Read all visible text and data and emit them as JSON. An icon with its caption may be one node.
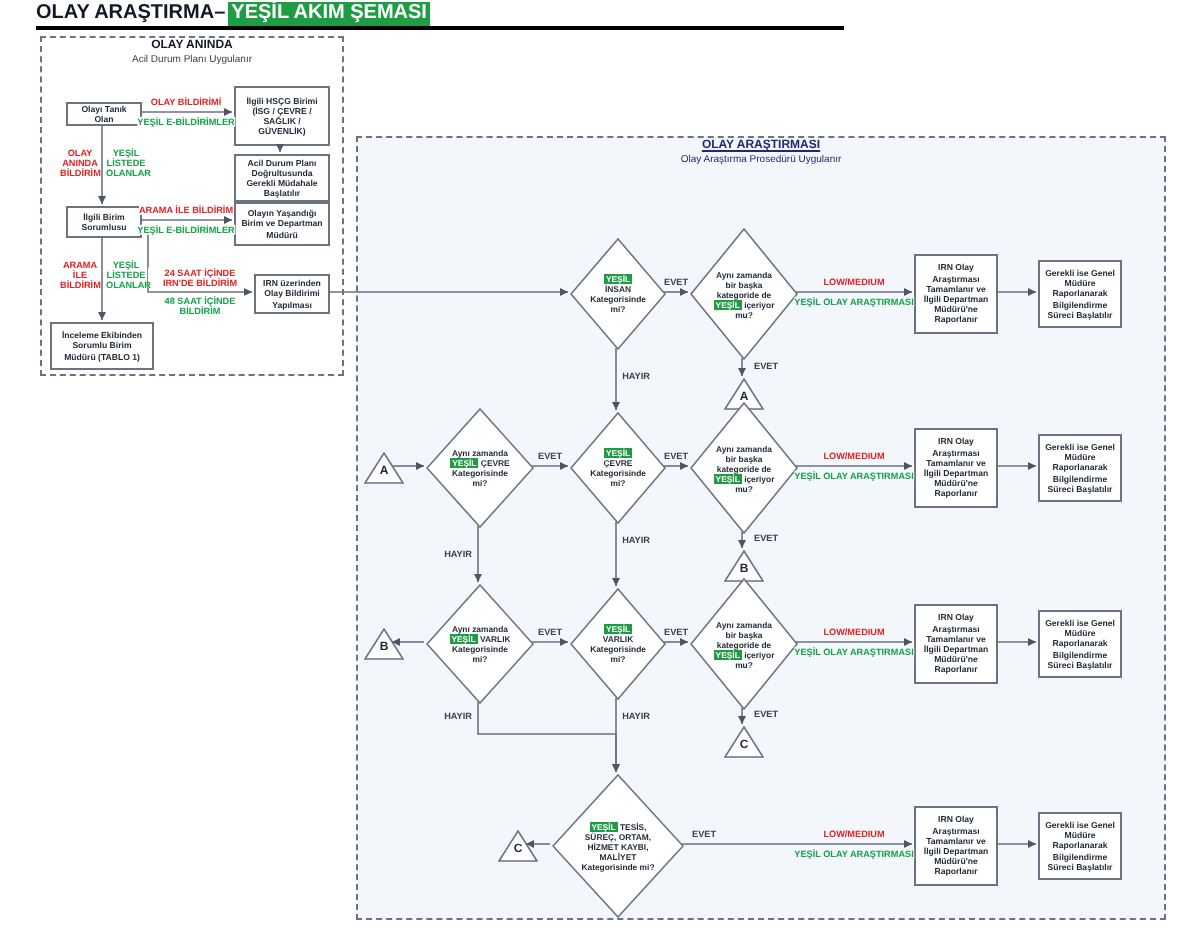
{
  "diagram": {
    "title": "OLAY ARAŞTIRMA–",
    "nodes": [
      {
        "text": [
          "OLAY ANINDA",
          "Acil Durum Planı Uygulanır"
        ]
      },
      {
        "text": [
          "Olayı Tanık Olan"
        ],
        "in": 0
      },
      {
        "text": [
          "İlgili HSÇG Birimi (İSG / ÇEVRE / SAĞLIK / GÜVENLİK)"
        ],
        "in": 0
      },
      {
        "text": [
          "Acil Durum Planı Doğrultusunda Gerekli Müdahale Başlatılır"
        ],
        "in": 0
      },
      {
        "text": [
          "İlgili Birim Sorumlusu"
        ],
        "in": 0
      },
      {
        "text": [
          "Olayın Yaşandığı Birim ve Departman Müdürü"
        ],
        "in": 0
      },
      {
        "text": [
          "IRN üzerinden Olay Bildirimi Yapılması"
        ],
        "in": 0
      },
      {
        "text": [
          "İnceleme Ekibinden Sorumlu Birim Müdürü (TABLO 1)"
        ],
        "in": 0
      },
      {
        "text": [
          "OLAY ARAŞTIRMASI",
          "Olay Araştırma Prosedürü Uygulanır"
        ]
      },
      {
        "text": [
          "**YEŞİL** İNSAN Kategorisinde mi?"
        ],
        "in": 8
      },
      {
        "text": [
          "Aynı zamanda bir başka kategoride de **YEŞİL** içeriyor mu?"
        ],
        "in": 8
      },
      {
        "text": [
          "IRN Olay Araştırması Tamamlanır ve İlgili Departman Müdürü'ne Raporlanır"
        ],
        "in": 8
      },
      {
        "text": [
          "Gerekli ise Genel Müdüre Raporlanarak Bilgilendirme Süreci Başlatılır"
        ],
        "in": 8
      },
      {
        "text": [
          "A"
        ],
        "in": 8
      },
      {
        "text": [
          "A"
        ],
        "in": 8
      },
      {
        "text": [
          "Aynı zamanda **YEŞİL** ÇEVRE Kategorisinde mi?"
        ],
        "in": 8
      },
      {
        "text": [
          "**YEŞİL** ÇEVRE Kategorisinde mi?"
        ],
        "in": 8
      },
      {
        "text": [
          "Aynı zamanda bir başka kategoride de **YEŞİL** içeriyor mu?"
        ],
        "in": 8
      },
      {
        "text": [
          "IRN Olay Araştırması Tamamlanır ve İlgili Departman Müdürü'ne Raporlanır"
        ],
        "in": 8
      },
      {
        "text": [
          "Gerekli ise Genel Müdüre Raporlanarak Bilgilendirme Süreci Başlatılır"
        ],
        "in": 8
      },
      {
        "text": [
          "B"
        ],
        "in": 8
      },
      {
        "text": [
          "B"
        ],
        "in": 8
      },
      {
        "text": [
          "Aynı zamanda **YEŞİL** VARLIK Kategorisinde mi?"
        ],
        "in": 8
      },
      {
        "text": [
          "**YEŞİL** VARLIK Kategorisinde mi?"
        ],
        "in": 8
      },
      {
        "text": [
          "Aynı zamanda bir başka kategoride de **YEŞİL** içeriyor mu?"
        ],
        "in": 8
      },
      {
        "text": [
          "IRN Olay Araştırması Tamamlanır ve İlgili Departman Müdürü'ne Raporlanır"
        ],
        "in": 8
      },
      {
        "text": [
          "Gerekli ise Genel Müdüre Raporlanarak Bilgilendirme Süreci Başlatılır"
        ],
        "in": 8
      },
      {
        "text": [
          "C"
        ],
        "in": 8
      },
      {
        "text": [
          "C"
        ],
        "in": 8
      },
      {
        "text": [
          "**YEŞİL** TESİS, SÜREÇ, ORTAM, HİZMET KAYBI, MALİYET Kategorisinde mi?"
        ],
        "in": 8
      },
      {
        "text": [
          "IRN Olay Araştırması Tamamlanır ve İlgili Departman Müdürü'ne Raporlanır"
        ],
        "in": 8
      },
      {
        "text": [
          "Gerekli ise Genel Müdüre Raporlanarak Bilgilendirme Süreci Başlatılır"
        ],
        "in": 8
      }
    ],
    "edges": [
      {
        "from": 1,
        "to": 2,
        "arrow": "to",
        "label": "OLAY BİLDİRİMİ"
      },
      {
        "from": 2,
        "to": 3,
        "arrow": "to"
      },
      {
        "from": 1,
        "to": 4,
        "arrow": "to",
        "label": "OLAY ANINDA BİLDİRİM"
      },
      {
        "from": 4,
        "to": 5,
        "arrow": "to",
        "label": "ARAMA İLE BİLDİRİM"
      },
      {
        "from": 4,
        "to": 6,
        "arrow": "to",
        "label": "24 SAAT İÇİNDE IRN'DE BİLDİRİM"
      },
      {
        "from": 4,
        "to": 7,
        "arrow": "to",
        "label": "ARAMA İLE BİLDİRİM"
      },
      {
        "from": 6,
        "to": 9,
        "arrow": "to"
      },
      {
        "from": 9,
        "to": 10,
        "arrow": "to",
        "label": "EVET"
      },
      {
        "from": 9,
        "to": 16,
        "arrow": "to",
        "label": "HAYIR"
      },
      {
        "from": 10,
        "to": 13,
        "arrow": "to",
        "label": "EVET"
      },
      {
        "from": 10,
        "to": 11,
        "arrow": "to",
        "label": "LOW/MEDIUM"
      },
      {
        "from": 11,
        "to": 12,
        "arrow": "to"
      },
      {
        "from": 14,
        "to": 15,
        "arrow": "to"
      },
      {
        "from": 15,
        "to": 16,
        "arrow": "to",
        "label": "EVET"
      },
      {
        "from": 15,
        "to": 22,
        "arrow": "to",
        "label": "HAYIR"
      },
      {
        "from": 16,
        "to": 17,
        "arrow": "to",
        "label": "EVET"
      },
      {
        "from": 16,
        "to": 23,
        "arrow": "to",
        "label": "HAYIR"
      },
      {
        "from": 17,
        "to": 20,
        "arrow": "to",
        "label": "EVET"
      },
      {
        "from": 17,
        "to": 18,
        "arrow": "to",
        "label": "LOW/MEDIUM"
      },
      {
        "from": 18,
        "to": 19,
        "arrow": "to"
      },
      {
        "from": 22,
        "to": 21,
        "arrow": "to"
      },
      {
        "from": 22,
        "to": 23,
        "arrow": "to",
        "label": "EVET"
      },
      {
        "from": 22,
        "to": 29,
        "arrow": "to",
        "label": "HAYIR"
      },
      {
        "from": 23,
        "to": 29,
        "arrow": "to",
        "label": "HAYIR"
      },
      {
        "from": 23,
        "to": 24,
        "arrow": "to",
        "label": "EVET"
      },
      {
        "from": 24,
        "to": 27,
        "arrow": "to",
        "label": "EVET"
      },
      {
        "from": 24,
        "to": 25,
        "arrow": "to",
        "label": "LOW/MEDIUM"
      },
      {
        "from": 25,
        "to": 26,
        "arrow": "to"
      },
      {
        "from": 29,
        "to": 28,
        "arrow": "to"
      },
      {
        "from": 29,
        "to": 30,
        "arrow": "to",
        "label": "EVET"
      },
      {
        "from": 30,
        "to": 31,
        "arrow": "to"
      }
    ],
    "labels": [
      "YEŞİL AKIM ŞEMASI",
      "YEŞİL E-BİLDİRİMLER",
      "YEŞİL LİSTEDE OLANLAR",
      "YEŞİL E-BİLDİRİMLER",
      "48 SAAT İÇİNDE BİLDİRİM",
      "YEŞİL LİSTEDE OLANLAR",
      "YEŞİL OLAY ARAŞTIRMASI",
      "YEŞİL OLAY ARAŞTIRMASI",
      "YEŞİL OLAY ARAŞTIRMASI",
      "LOW/MEDIUM",
      "YEŞİL OLAY ARAŞTIRMASI"
    ]
  }
}
